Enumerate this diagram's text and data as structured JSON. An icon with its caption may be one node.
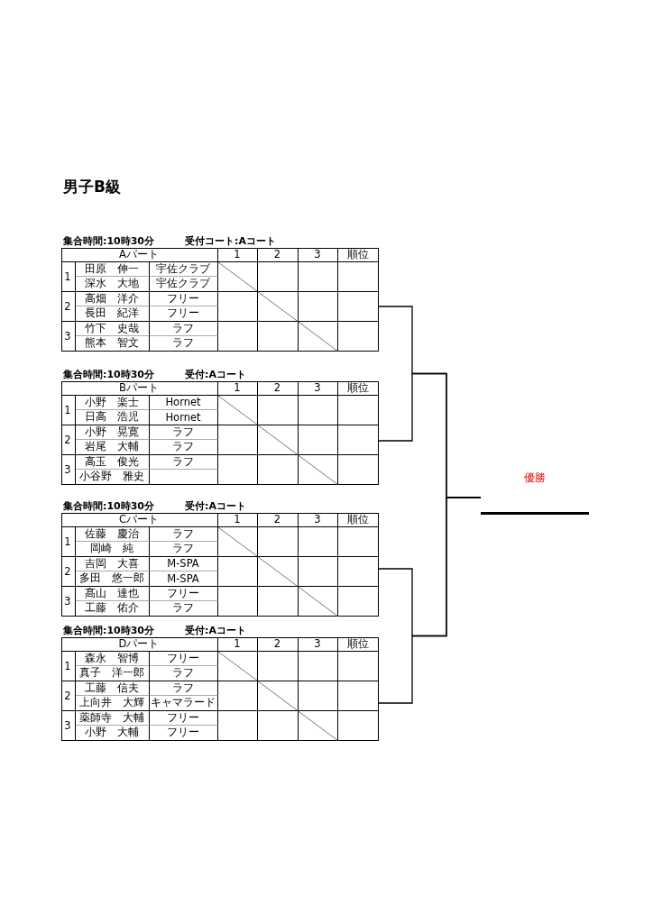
{
  "diagram": {
    "title": "男子B級",
    "nodes": [
      {
        "text": [
          "集合時間:10時30分",
          "受付コート:Aコート",
          "Aパート",
          "1",
          "2",
          "3",
          "順位",
          "1",
          "田原　伸一",
          "宇佐クラブ",
          "深水　大地",
          "宇佐クラブ",
          "2",
          "高畑　洋介",
          "フリー",
          "長田　紀洋",
          "フリー",
          "3",
          "竹下　史哉",
          "ラフ",
          "熊本　智文",
          "ラフ"
        ]
      },
      {
        "text": [
          "集合時間:10時30分",
          "受付:Aコート",
          "Bパート",
          "1",
          "2",
          "3",
          "順位",
          "1",
          "小野　楽士",
          "Hornet",
          "日高　浩児",
          "Hornet",
          "2",
          "小野　晃寛",
          "ラフ",
          "岩尾　大輔",
          "ラフ",
          "3",
          "高玉　俊光",
          "ラフ",
          "小谷野　雅史"
        ]
      },
      {
        "text": [
          "集合時間:10時30分",
          "受付:Aコート",
          "Cパート",
          "1",
          "2",
          "3",
          "順位",
          "1",
          "佐藤　慶治",
          "ラフ",
          "岡崎　純",
          "ラフ",
          "2",
          "吉岡　大喜",
          "M-SPA",
          "多田　悠一郎",
          "M-SPA",
          "3",
          "髙山　達也",
          "フリー",
          "工藤　佑介",
          "ラフ"
        ]
      },
      {
        "text": [
          "集合時間:10時30分",
          "受付:Aコート",
          "Dパート",
          "1",
          "2",
          "3",
          "順位",
          "1",
          "森永　智博",
          "フリー",
          "真子　洋一郎",
          "ラフ",
          "2",
          "工藤　信夫",
          "ラフ",
          "上向井　大輝",
          "キャマラード",
          "3",
          "薬師寺　大輔",
          "フリー",
          "小野　大輔",
          "フリー"
        ]
      },
      {
        "text": [
          "優勝"
        ]
      }
    ],
    "edges": [
      {
        "from": 0,
        "to": 4,
        "arrow": "none"
      },
      {
        "from": 1,
        "to": 4,
        "arrow": "none"
      },
      {
        "from": 2,
        "to": 4,
        "arrow": "none"
      },
      {
        "from": 3,
        "to": 4,
        "arrow": "none"
      }
    ]
  }
}
